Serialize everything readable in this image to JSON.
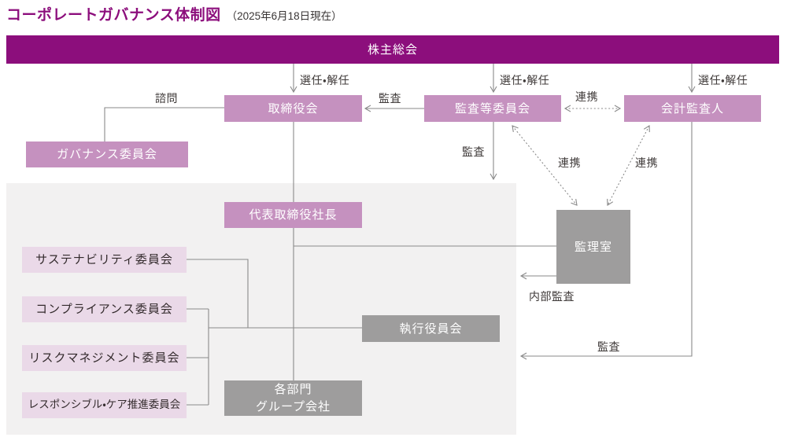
{
  "title": "コーポレートガバナンス体制図",
  "subtitle": "（2025年6月18日現在）",
  "colors": {
    "accent": "#8c0e7c",
    "mauve": "#c591bf",
    "lav": "#ead9e8",
    "graybox": "#9e9d9d",
    "panel": "#f2f1f1",
    "line": "#8a8a8a",
    "ink": "#3f3a39",
    "darktext": "#332a2c"
  },
  "nodes": {
    "shareholders": "株主総会",
    "board": "取締役会",
    "audit_committee": "監査等委員会",
    "accounting_auditor": "会計監査人",
    "governance_committee": "ガバナンス委員会",
    "president": "代表取締役社長",
    "sustainability_committee": "サステナビリティ委員会",
    "compliance_committee": "コンプライアンス委員会",
    "risk_management_committee": "リスクマネジメント委員会",
    "responsible_care_committee": "レスポンシブル・ケア推進委員会",
    "audit_office": "監理室",
    "executive_officers": "執行役員会",
    "departments_line1": "各部門",
    "departments_line2": "グループ会社"
  },
  "edge_labels": {
    "appoint_dismiss_board": "選任・解任",
    "appoint_dismiss_audit_committee": "選任・解任",
    "appoint_dismiss_accounting_auditor": "選任・解任",
    "audit_to_board": "監査",
    "cooperation_top": "連携",
    "advisory": "諮問",
    "audit_downward": "監査",
    "cooperation_left": "連携",
    "cooperation_right": "連携",
    "internal_audit": "内部監査",
    "audit_bottom": "監査"
  }
}
